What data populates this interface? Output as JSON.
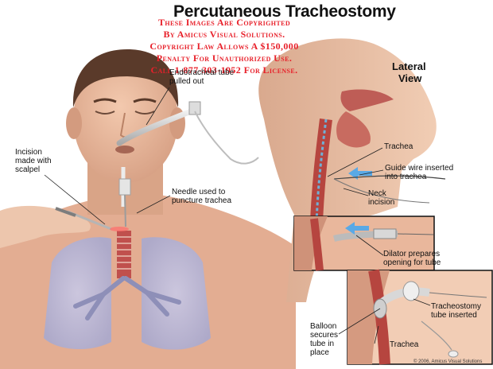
{
  "title": "Percutaneous Tracheostomy",
  "watermark": {
    "line1": "These Images Are Copyrighted",
    "line2": "By Amicus Visual Solutions.",
    "line3": "Copyright Law Allows A $150,000",
    "line4": "Penalty For Unauthorized Use.",
    "line5": "Call 1-877-303-1952 For License."
  },
  "view_label": {
    "line1": "Lateral",
    "line2": "View"
  },
  "labels": {
    "endotracheal": {
      "line1": "Endotracheal tube",
      "line2": "pulled out"
    },
    "incision": {
      "line1": "Incision",
      "line2": "made with",
      "line3": "scalpel"
    },
    "needle": {
      "line1": "Needle used to",
      "line2": "puncture trachea"
    },
    "trachea_top": "Trachea",
    "guide_wire": {
      "line1": "Guide wire inserted",
      "line2": "into trachea"
    },
    "neck_incision": {
      "line1": "Neck",
      "line2": "incision"
    },
    "dilator": {
      "line1": "Dilator prepares",
      "line2": "opening for tube"
    },
    "trach_tube": {
      "line1": "Tracheostomy",
      "line2": "tube inserted"
    },
    "balloon": {
      "line1": "Balloon",
      "line2": "secures",
      "line3": "tube in",
      "line4": "place"
    },
    "trachea_bottom": "Trachea"
  },
  "copyright": "© 2006, Amicus Visual Solutions",
  "colors": {
    "skin": "#e8b79c",
    "skin_shadow": "#d19a7e",
    "lung": "#b7b9d8",
    "watermark": "#e8202a",
    "arrow": "#5aa9e6"
  }
}
